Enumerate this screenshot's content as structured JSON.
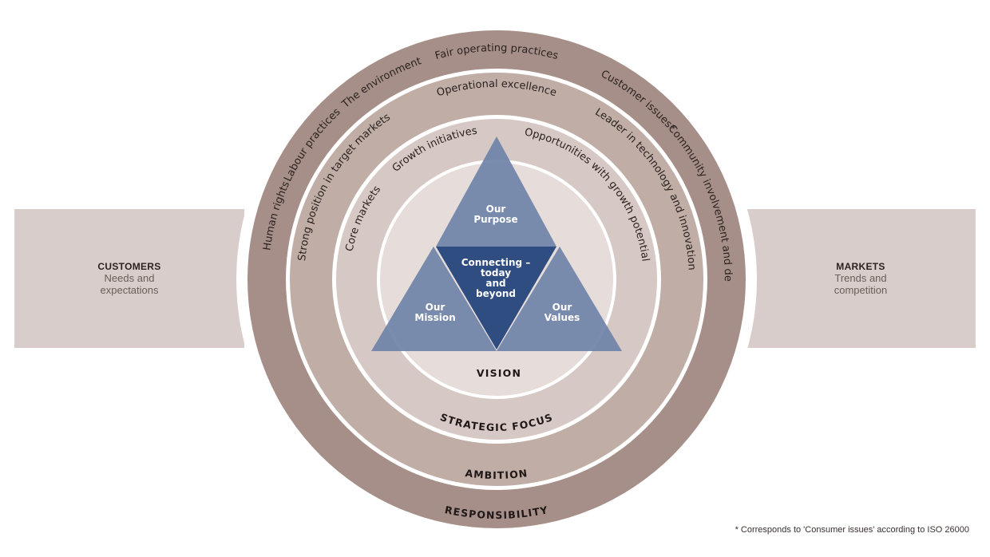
{
  "left_panel": {
    "title": "CUSTOMERS",
    "line1": "Needs and",
    "line2": "expectations"
  },
  "right_panel": {
    "title": "MARKETS",
    "line1": "Trends and",
    "line2": "competition"
  },
  "rings": {
    "responsibility": {
      "title": "RESPONSIBILITY",
      "items": [
        "Human rights",
        "Labour practices",
        "The environment",
        "Fair operating practices",
        "Customer issues*",
        "Community involvement and development"
      ]
    },
    "ambition": {
      "title": "AMBITION",
      "items": [
        "Strong position in target markets",
        "Operational excellence",
        "Leader in technology and innovation"
      ]
    },
    "strategic_focus": {
      "title": "STRATEGIC FOCUS",
      "items": [
        "Core markets",
        "Growth initiatives",
        "Opportunities with growth potential"
      ]
    },
    "vision": {
      "title": "VISION"
    }
  },
  "triangle": {
    "purpose": [
      "Our",
      "Purpose"
    ],
    "mission": [
      "Our",
      "Mission"
    ],
    "values": [
      "Our",
      "Values"
    ],
    "center": [
      "Connecting –",
      "today",
      "and",
      "beyond"
    ]
  },
  "colors": {
    "outer_ring": "#a68f88",
    "middle_ring": "#bfada6",
    "inner_ring": "#d6c8c4",
    "core": "#e6dcd9",
    "triangle_light": "#6f83a8",
    "triangle_dark": "#2f4d80"
  },
  "footnote": "* Corresponds to 'Consumer issues' according to ISO 26000"
}
